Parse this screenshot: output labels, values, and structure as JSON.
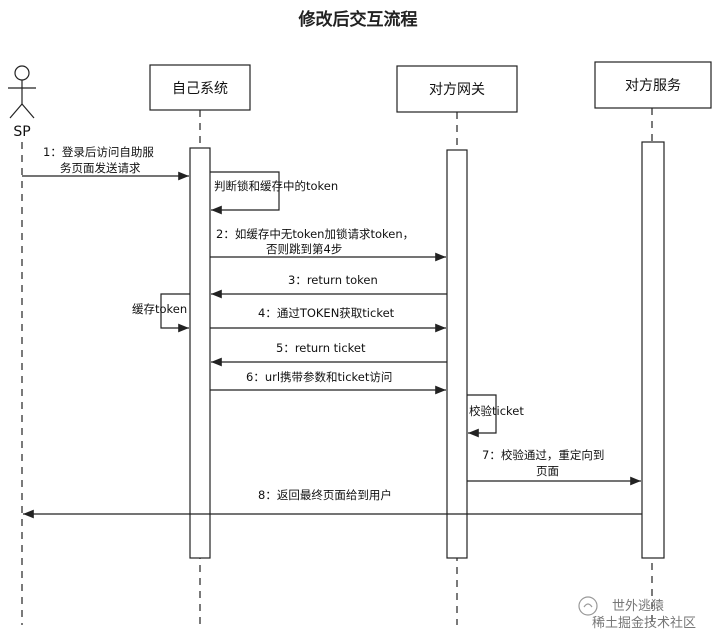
{
  "title": "修改后交互流程",
  "actors": {
    "sp": "SP",
    "self_system": "自己系统",
    "gateway": "对方网关",
    "service": "对方服务"
  },
  "messages": {
    "m1_line1": "1：登录后访问自助服",
    "m1_line2": "务页面发送请求",
    "self1": "判断锁和缓存中的token",
    "m2_line1": "2：如缓存中无token加锁请求token，",
    "m2_line2": "否则跳到第4步",
    "m3": "3：return token",
    "self2": "缓存token",
    "m4": "4：通过TOKEN获取ticket",
    "m5": "5：return ticket",
    "m6": "6：url携带参数和ticket访问",
    "self3": "校验ticket",
    "m7_line1": "7：校验通过，重定向到",
    "m7_line2": "页面",
    "m8": "8：返回最终页面给到用户"
  },
  "watermark": "稀土掘金技术社区",
  "watermark_brand": "世外逃猿",
  "colors": {
    "line": "#222222",
    "background": "#ffffff"
  }
}
